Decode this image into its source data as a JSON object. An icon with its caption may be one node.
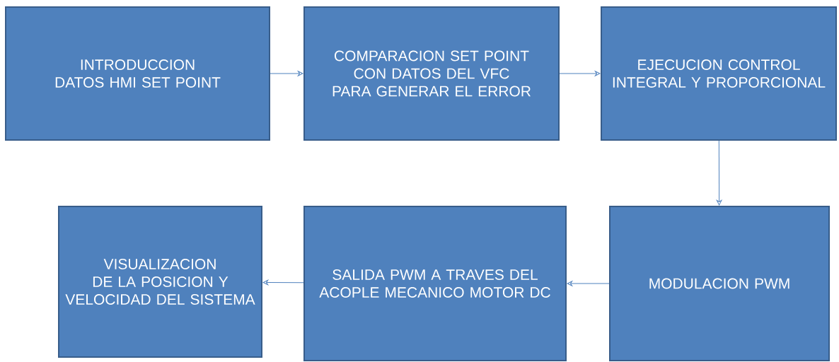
{
  "diagram": {
    "nodes": [
      {
        "text": [
          "INTRODUCCION DATOS HMI SET POINT"
        ]
      },
      {
        "text": [
          "COMPARACION SET POINT CON DATOS DEL VFC PARA GENERAR EL ERROR"
        ]
      },
      {
        "text": [
          "EJECUCION CONTROL INTEGRAL Y PROPORCIONAL"
        ]
      },
      {
        "text": [
          "MODULACION PWM"
        ]
      },
      {
        "text": [
          "SALIDA PWM A TRAVES DEL ACOPLE MECANICO MOTOR DC"
        ]
      },
      {
        "text": [
          "VISUALIZACION DE LA POSICION Y VELOCIDAD DEL SISTEMA"
        ]
      }
    ],
    "edges": [
      {
        "from": 0,
        "to": 1,
        "arrow": "to"
      },
      {
        "from": 1,
        "to": 2,
        "arrow": "to"
      },
      {
        "from": 2,
        "to": 3,
        "arrow": "to"
      },
      {
        "from": 3,
        "to": 4,
        "arrow": "to"
      },
      {
        "from": 4,
        "to": 5,
        "arrow": "to"
      }
    ]
  }
}
